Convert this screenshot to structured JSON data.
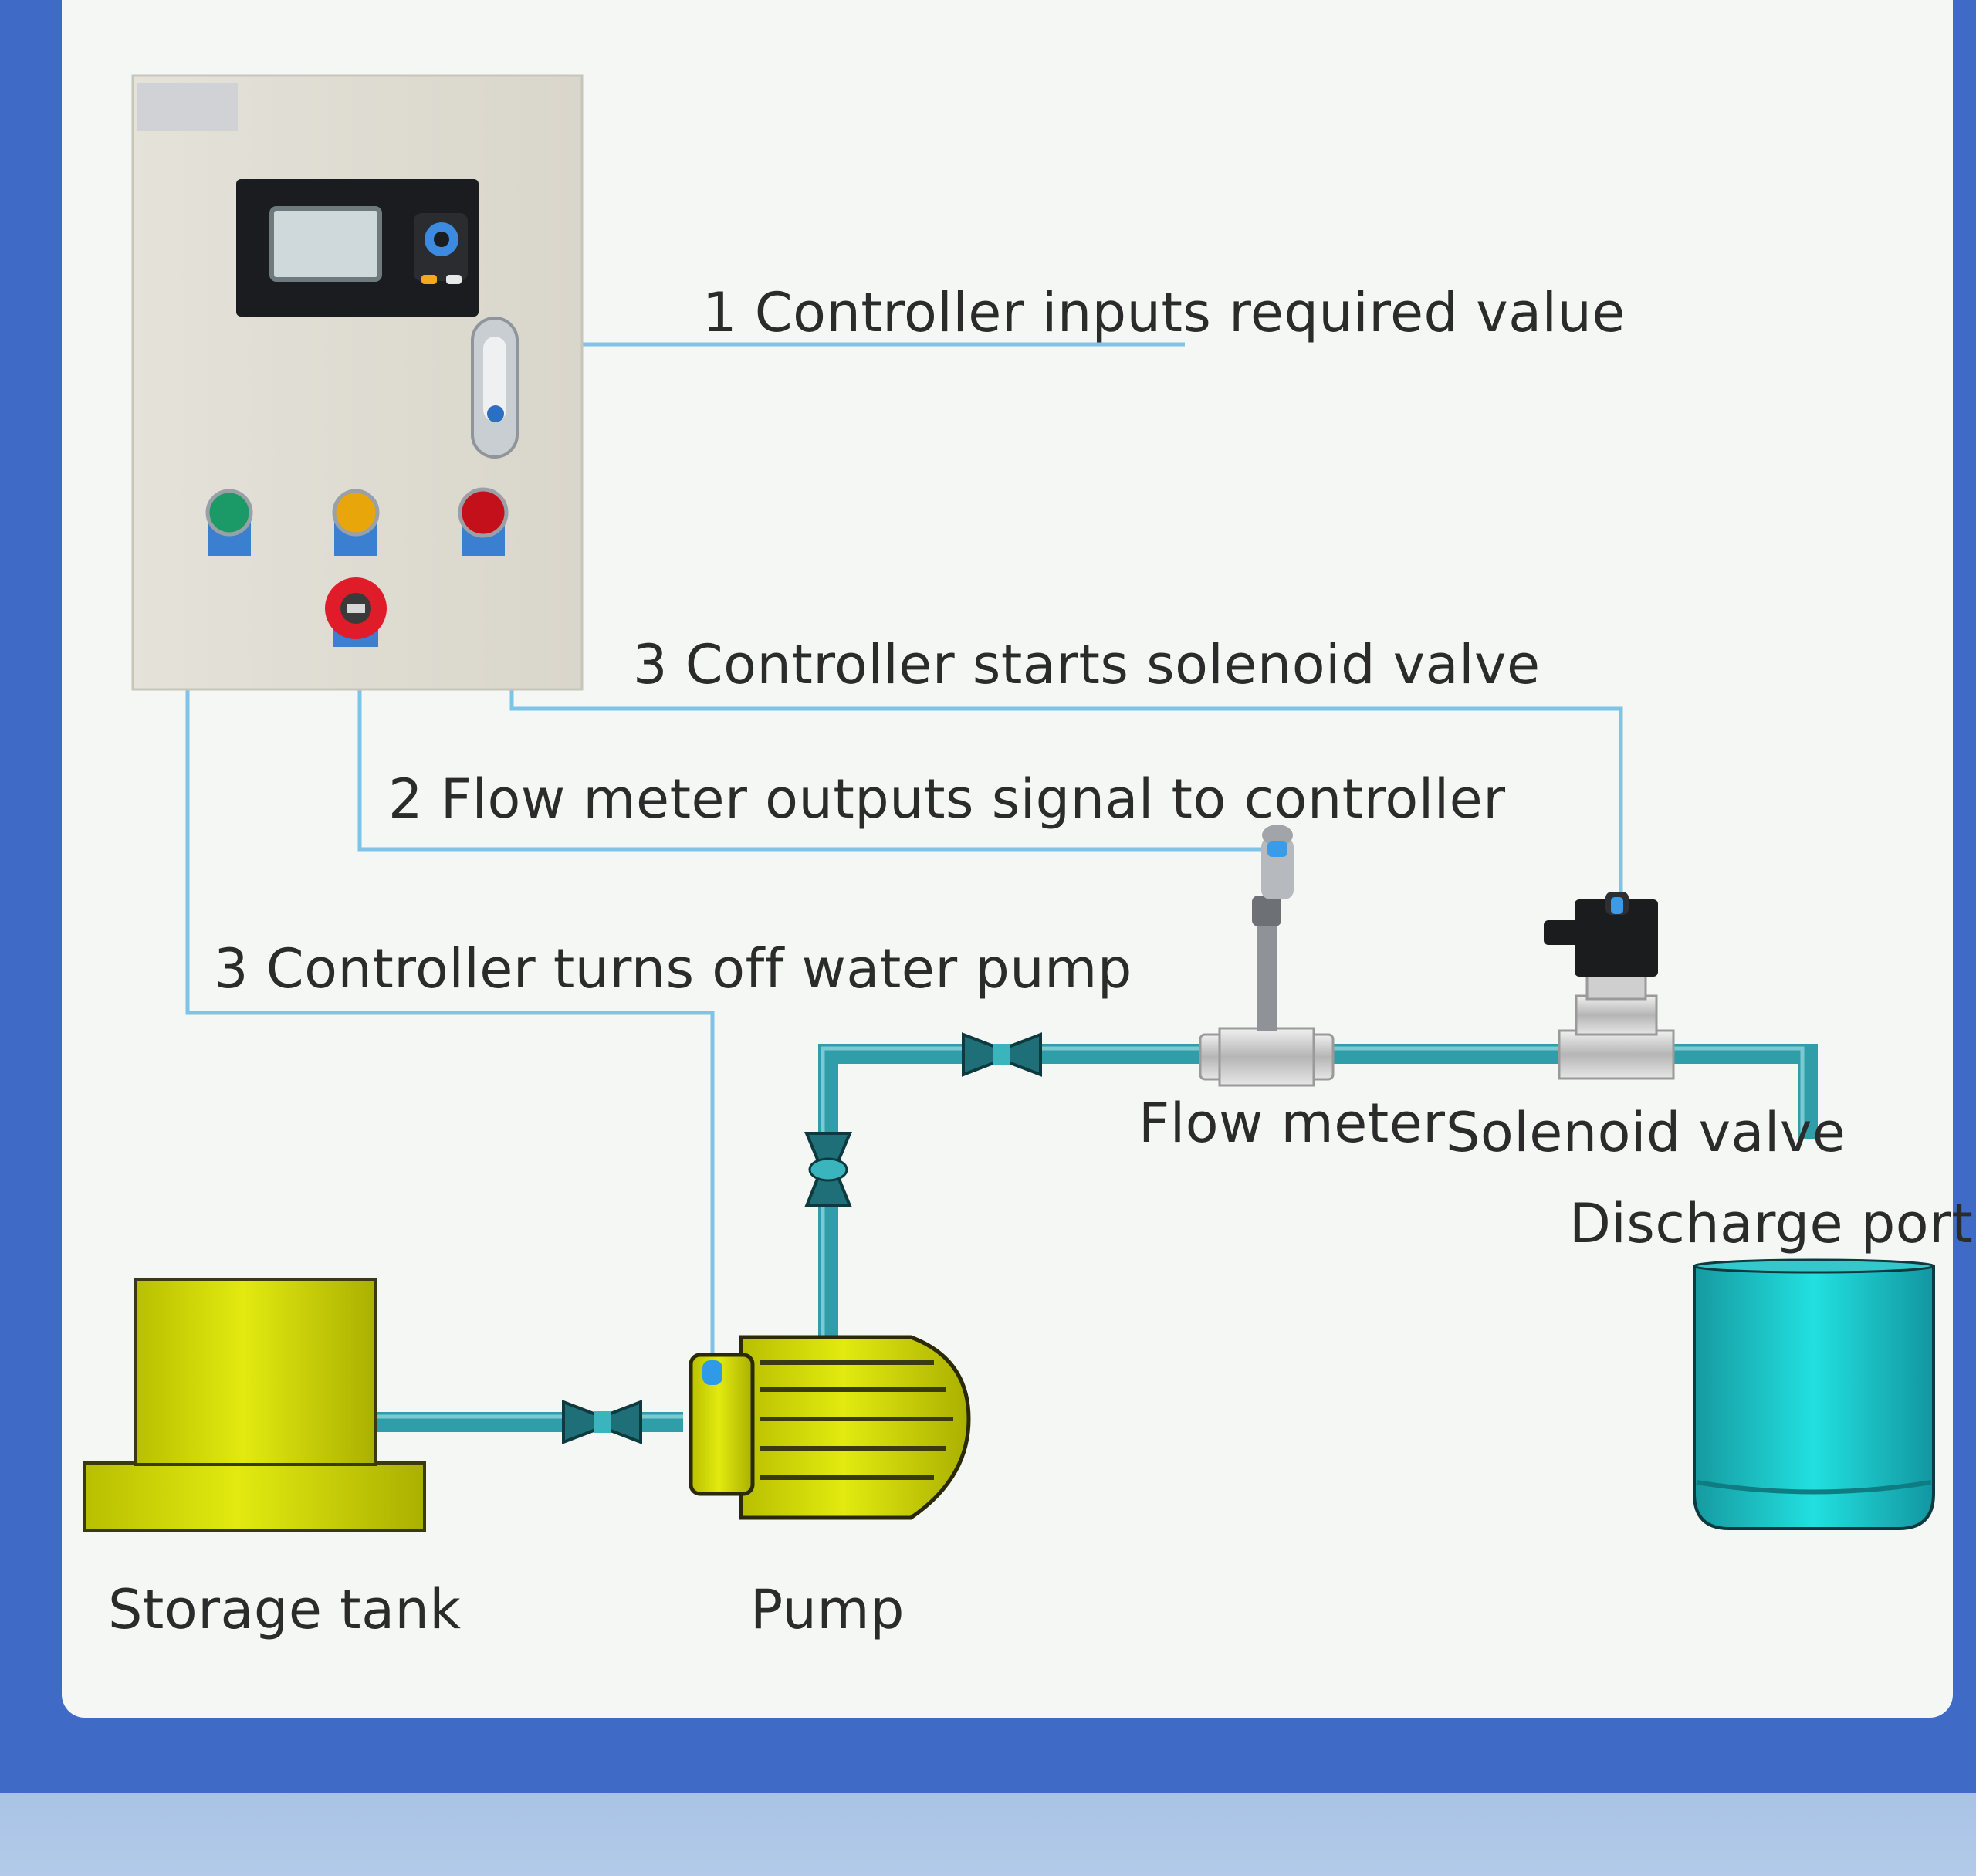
{
  "colors": {
    "background": "#3f6bc6",
    "card": "#f5f7f4",
    "signal_line": "#7ec3e8",
    "pipe": "#2f9ea8",
    "tank_yellow": "#d8e000",
    "bucket_teal": "#19c4c7"
  },
  "signals": {
    "step1": "1 Controller inputs required value",
    "step3_valve": "3 Controller starts solenoid valve",
    "step2": "2 Flow meter outputs signal to controller",
    "step3_pump": "3 Controller turns off water pump"
  },
  "components": {
    "flow_meter": "Flow meter",
    "solenoid_valve": "Solenoid valve",
    "discharge_port": "Discharge port",
    "storage_tank": "Storage tank",
    "pump": "Pump"
  },
  "icons": [
    "control-cabinet",
    "lcd-display",
    "door-handle",
    "indicator-lamp",
    "emergency-stop",
    "hand-valve",
    "flow-meter",
    "solenoid-valve",
    "pump",
    "storage-tank",
    "discharge-bucket"
  ]
}
